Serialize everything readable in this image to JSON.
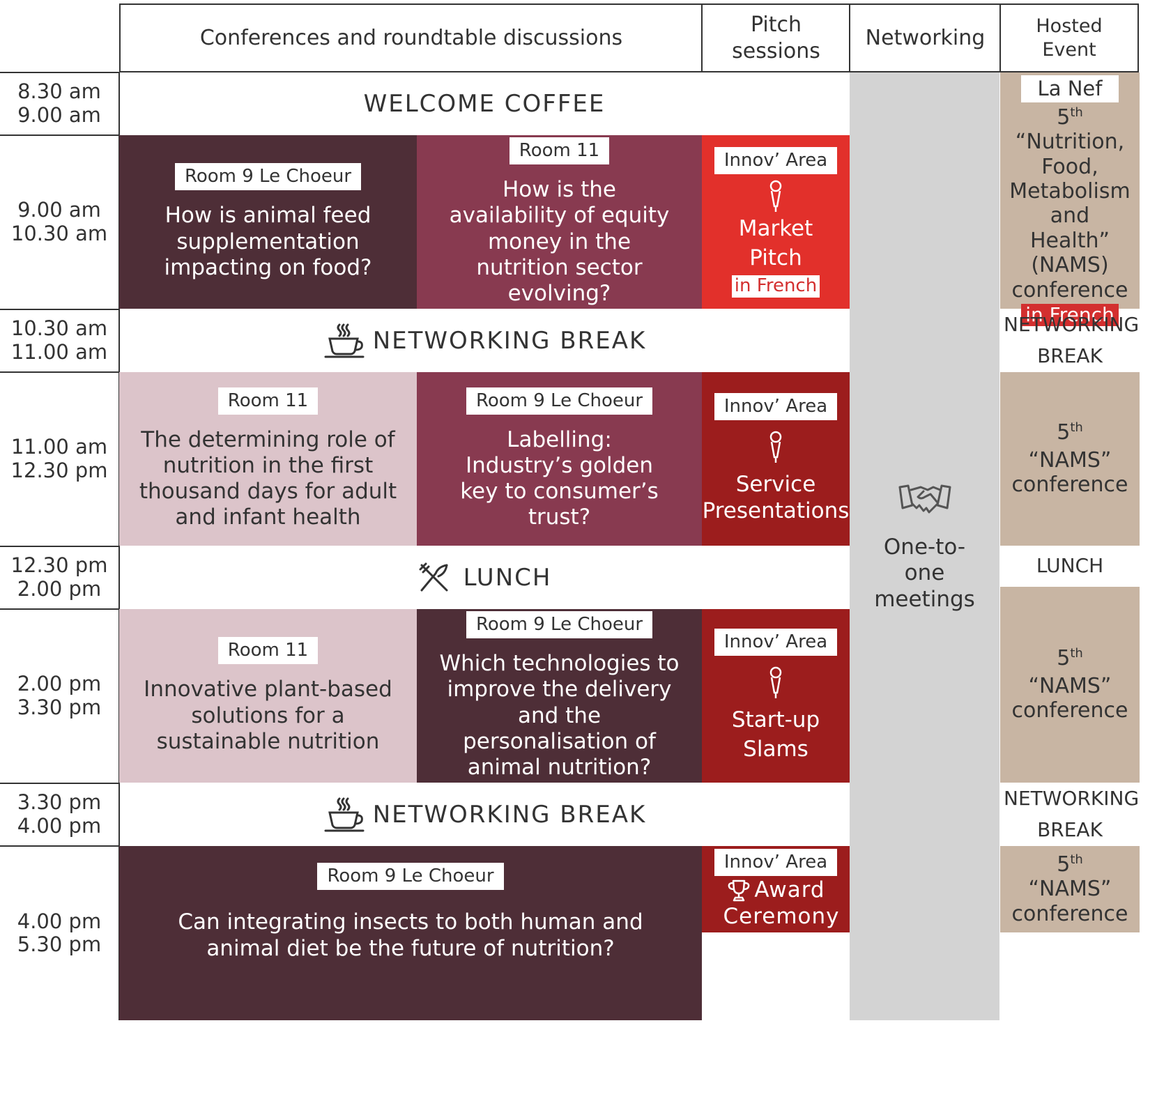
{
  "headers": {
    "conferences": "Conferences and roundtable discussions",
    "pitch": "Pitch sessions",
    "networking": "Networking",
    "hosted": "Hosted Event"
  },
  "times": [
    {
      "start": "8.30 am",
      "end": "9.00 am"
    },
    {
      "start": "9.00 am",
      "end": "10.30 am"
    },
    {
      "start": "10.30 am",
      "end": "11.00 am"
    },
    {
      "start": "11.00 am",
      "end": "12.30 pm"
    },
    {
      "start": "12.30 pm",
      "end": "2.00 pm"
    },
    {
      "start": "2.00 pm",
      "end": "3.30 pm"
    },
    {
      "start": "3.30 pm",
      "end": "4.00 pm"
    },
    {
      "start": "4.00 pm",
      "end": "5.30 pm"
    }
  ],
  "breaks": {
    "welcome": "WELCOME COFFEE",
    "networking1": "NETWORKING BREAK",
    "lunch": "LUNCH",
    "networking2": "NETWORKING BREAK"
  },
  "sessions": {
    "s1a": {
      "room": "Room 9 Le Choeur",
      "title": "How is animal feed supplementation impacting on food?"
    },
    "s1b": {
      "room": "Room 11",
      "title": "How is the availability of equity money in the nutrition sector evolving?"
    },
    "s2a": {
      "room": "Room 11",
      "title": "The determining role of nutrition in the first thousand days for adult and infant health"
    },
    "s2b": {
      "room": "Room 9 Le Choeur",
      "title": "Labelling: Industry’s golden key to consumer’s trust?"
    },
    "s3a": {
      "room": "Room 11",
      "title": "Innovative plant-based solutions for a sustainable nutrition"
    },
    "s3b": {
      "room": "Room 9 Le Choeur",
      "title": "Which technologies to improve the delivery and the personalisation of animal nutrition?"
    },
    "s4": {
      "room": "Room 9 Le Choeur",
      "title": "Can integrating insects to both human and animal diet be the future of nutrition?"
    }
  },
  "pitch": {
    "p1": {
      "area": "Innov’ Area",
      "line1": "Market",
      "line2": "Pitch",
      "lang": "in French"
    },
    "p2": {
      "area": "Innov’ Area",
      "line1": "Service",
      "line2": "Presentations"
    },
    "p3": {
      "area": "Innov’ Area",
      "line1": "Start-up",
      "line2": "Slams"
    },
    "p4": {
      "area": "Innov’ Area",
      "line1": "Award",
      "line2": "Ceremony"
    }
  },
  "networking": {
    "label": "One-to-one meetings"
  },
  "hosted": {
    "venue": "La Nef",
    "num": "5",
    "sup": "th",
    "main": "“Nutrition, Food, Metabolism and Health” (NAMS) conference",
    "lang": "in French",
    "break1": "NETWORKING BREAK",
    "nams": "“NAMS” conference",
    "lunch": "LUNCH",
    "break2": "NETWORKING BREAK"
  },
  "colors": {
    "dark": "#4e2e37",
    "plum": "#883a50",
    "pink": "#dcc4ca",
    "bright_red": "#e2302b",
    "deep_red": "#9c1d1d",
    "grey": "#d3d3d3",
    "beige": "#c8b5a3"
  }
}
